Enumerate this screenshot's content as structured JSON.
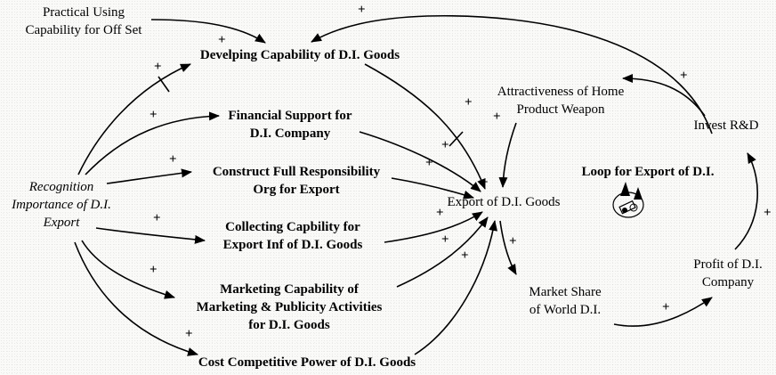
{
  "nodes": {
    "practical_using": [
      "Practical Using",
      "Capability for Off Set"
    ],
    "developing_capability": [
      "Develping Capability of D.I. Goods"
    ],
    "financial_support": [
      "Financial Support for",
      "D.I. Company"
    ],
    "construct_org": [
      "Construct Full Responsibility",
      "Org for Export"
    ],
    "recognition": [
      "Recognition",
      "Importance of D.I.",
      "Export"
    ],
    "collecting_capability": [
      "Collecting Capbility for",
      "Export Inf of D.I. Goods"
    ],
    "marketing_capability": [
      "Marketing Capability of",
      "Marketing & Publicity Activities",
      "for D.I. Goods"
    ],
    "cost_competitive": [
      "Cost Competitive Power of D.I. Goods"
    ],
    "export_di": [
      "Export of D.I. Goods"
    ],
    "attractiveness": [
      "Attractiveness of Home",
      "Product Weapon"
    ],
    "invest_rd": [
      "Invest R&D"
    ],
    "loop_title": [
      "Loop for Export of D.I."
    ],
    "profit": [
      "Profit of D.I.",
      "Company"
    ],
    "market_share": [
      "Market Share",
      "of World D.I."
    ]
  },
  "signs": {
    "plus": "+"
  },
  "icons": {
    "loop": "reinforcing-loop-icon"
  }
}
